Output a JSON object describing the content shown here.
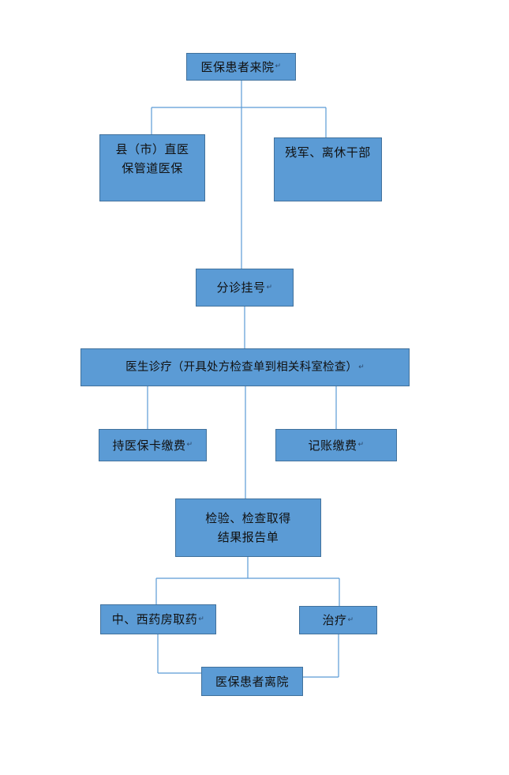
{
  "nodes": {
    "arrival": "医保患者来院",
    "county_insurance": "县（市）直医\n保管道医保",
    "veteran_cadre": "残军、离休干部",
    "triage_registration": "分诊挂号",
    "doctor_consultation": "医生诊疗（开具处方检查单到相关科室检查）",
    "card_payment": "持医保卡缴费",
    "account_payment": "记账缴费",
    "exam_report": "检验、检查取得\n结果报告单",
    "pharmacy": "中、西药房取药",
    "treatment": "治疗",
    "departure": "医保患者离院"
  },
  "paragraph_mark": "↵"
}
